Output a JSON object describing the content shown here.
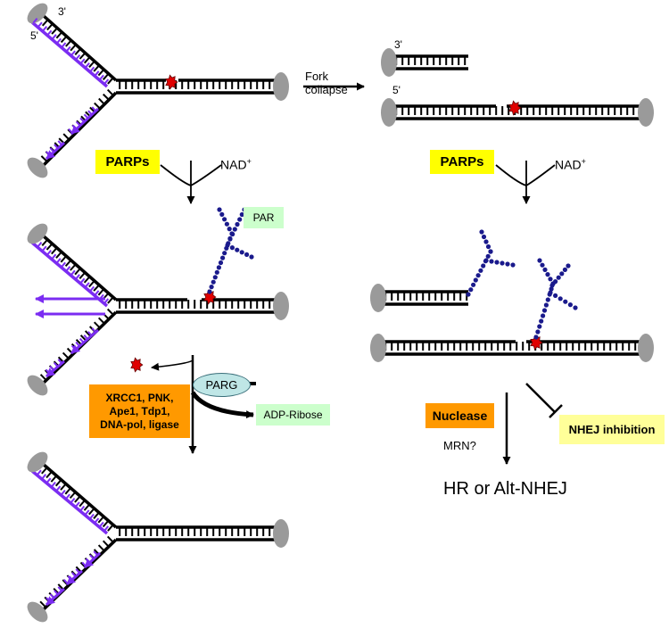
{
  "labels": {
    "end_3_left": "3'",
    "end_5_left": "5'",
    "end_3_right": "3'",
    "end_5_right": "5'",
    "fork_collapse": "Fork\ncollapse",
    "parps_left": "PARPs",
    "parps_right": "PARPs",
    "nad_left": "NAD",
    "nad_right": "NAD",
    "nad_sup": "+",
    "par": "PAR",
    "parg": "PARG",
    "repair_factors": "XRCC1, PNK,\nApe1, Tdp1,\nDNA-pol, ligase",
    "adp_ribose": "ADP-Ribose",
    "nuclease": "Nuclease",
    "mrn": "MRN?",
    "nhej_inhibition": "NHEJ inhibition",
    "outcome": "HR or Alt-NHEJ"
  },
  "colors": {
    "dna": "#000000",
    "new_strand": "#7b2cf2",
    "end_cap": "#9a9a9a",
    "lesion": "#e00000",
    "par_bead": "#1a1a8c",
    "parps_box": "#ffff00",
    "par_box": "#ccffcc",
    "repair_box": "#ff9900",
    "nhej_box": "#ffff99",
    "parg": "#bfe6e6"
  }
}
